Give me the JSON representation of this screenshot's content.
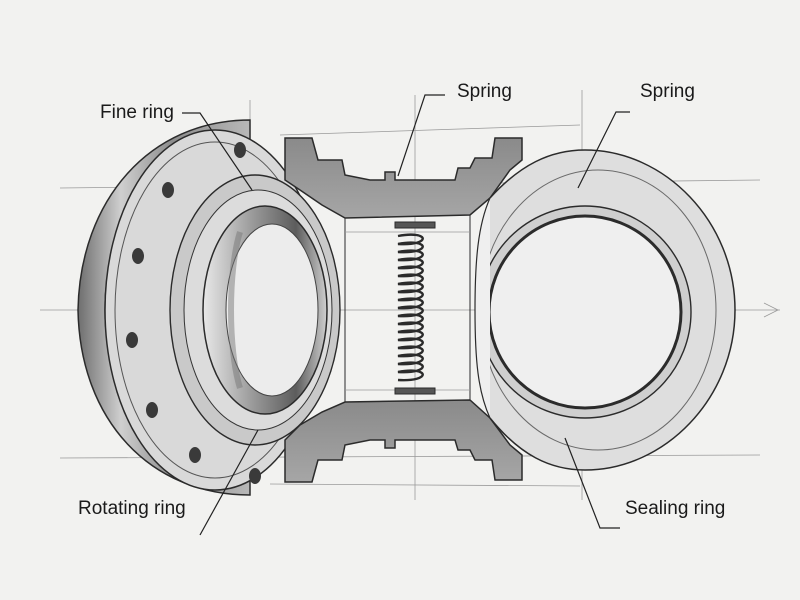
{
  "diagram": {
    "title_hidden": "",
    "labels": {
      "fine_ring": "Fine ring",
      "spring_top": "Spring",
      "spring_right": "Spring",
      "rotating_ring": "Rotating ring",
      "sealing_ring": "Sealing ring"
    },
    "colors": {
      "paper": "#f2f2f0",
      "graphite_dark": "#2b2b2b",
      "graphite_mid": "#7d7d7d",
      "graphite_light": "#bdbdbd"
    }
  }
}
